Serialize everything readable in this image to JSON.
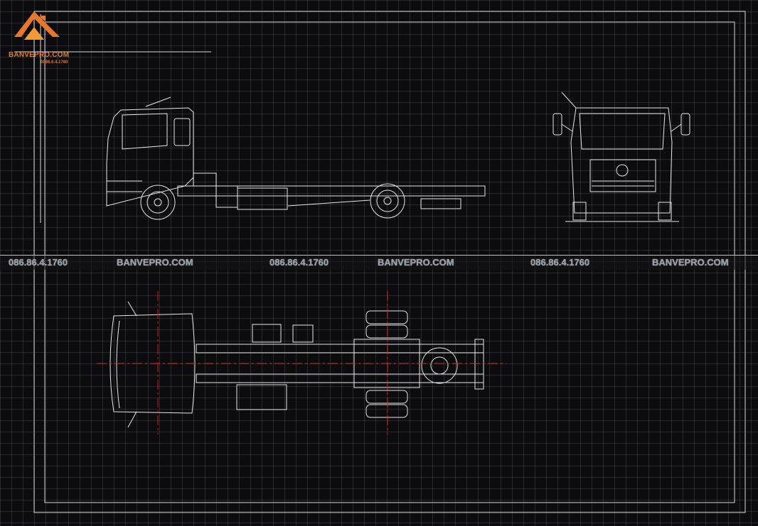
{
  "brand": {
    "name": "BANVEPRO.COM",
    "phone": "0886.6.4.1760",
    "accent": "#e8762b"
  },
  "watermarks": [
    {
      "text": "086.86.4.1760"
    },
    {
      "text": "BANVEPRO.COM"
    },
    {
      "text": "086.86.4.1760"
    },
    {
      "text": "BANVEPRO.COM"
    },
    {
      "text": "086.86.4.1760"
    },
    {
      "text": "BANVEPRO.COM"
    }
  ],
  "views": [
    "side-elevation",
    "front-elevation",
    "top-plan"
  ],
  "colors": {
    "background": "#0c0c0e",
    "lines": "#e6e6e6",
    "centerlines": "#d02020",
    "grid": "#4a4f5c"
  }
}
